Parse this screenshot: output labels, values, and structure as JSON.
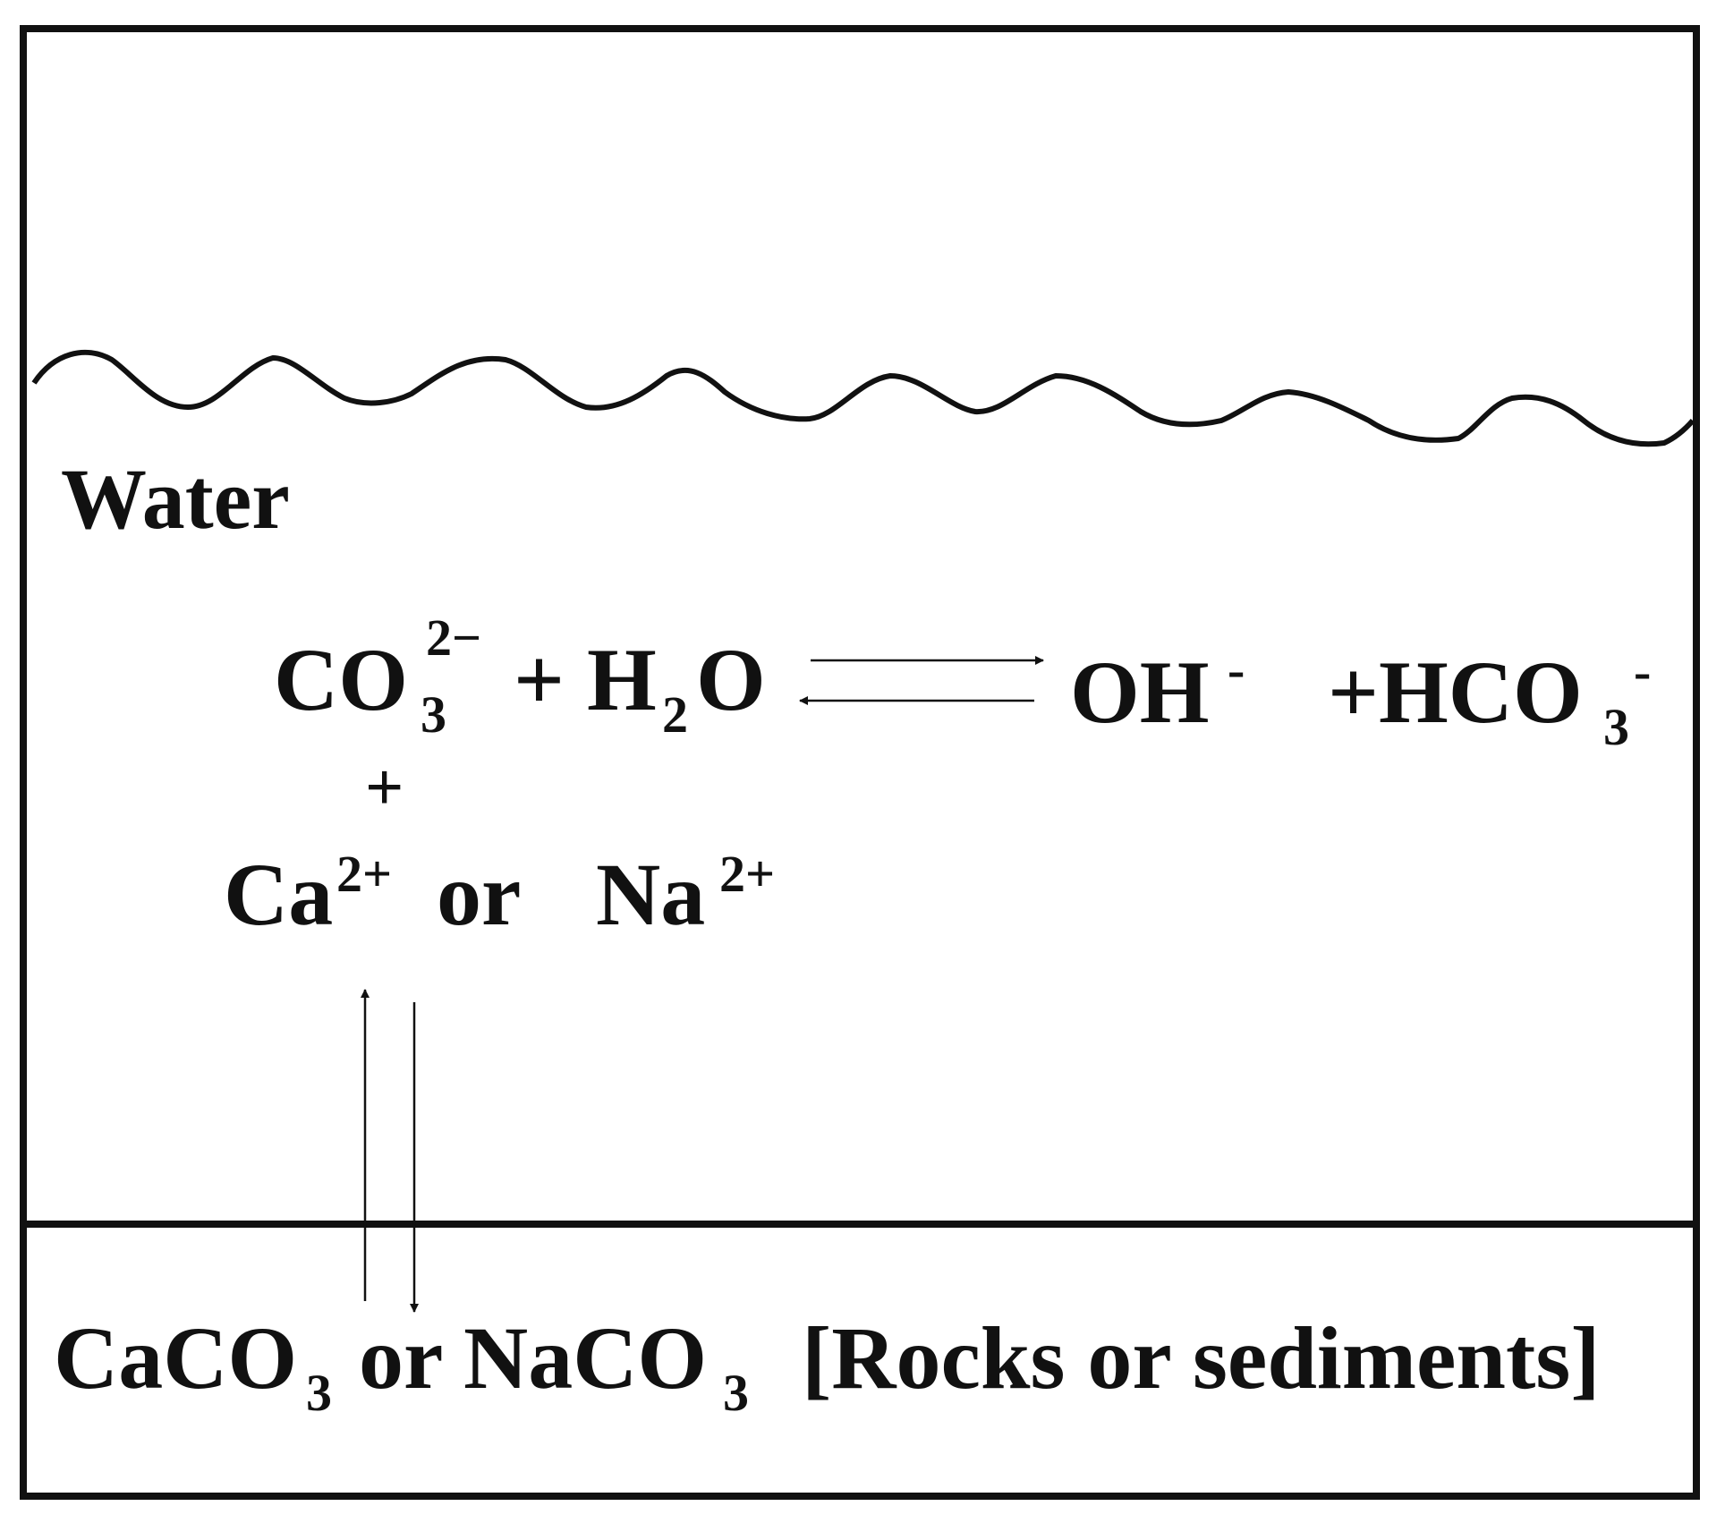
{
  "labels": {
    "water": "Water"
  },
  "equation": {
    "carbonate": "CO",
    "carbonate_sub": "3",
    "carbonate_charge": "2−",
    "plus_water": "+",
    "water_h": "H",
    "water_sub": "2",
    "water_o": "O",
    "hydroxide": "OH",
    "hydroxide_charge": "-",
    "plus_bicarbonate": "+HCO",
    "bicarbonate_sub": "3",
    "bicarbonate_charge": "-",
    "plus_cation": "+",
    "calcium": "Ca",
    "calcium_charge": "2+",
    "or_word": "or",
    "sodium": "Na",
    "sodium_charge": "2+"
  },
  "sediment": {
    "calcium_carbonate": "CaCO",
    "calcium_carbonate_sub": "3",
    "or_word": " or ",
    "sodium_carbonate": "NaCO",
    "sodium_carbonate_sub": "3",
    "note": "[Rocks or sediments]"
  }
}
